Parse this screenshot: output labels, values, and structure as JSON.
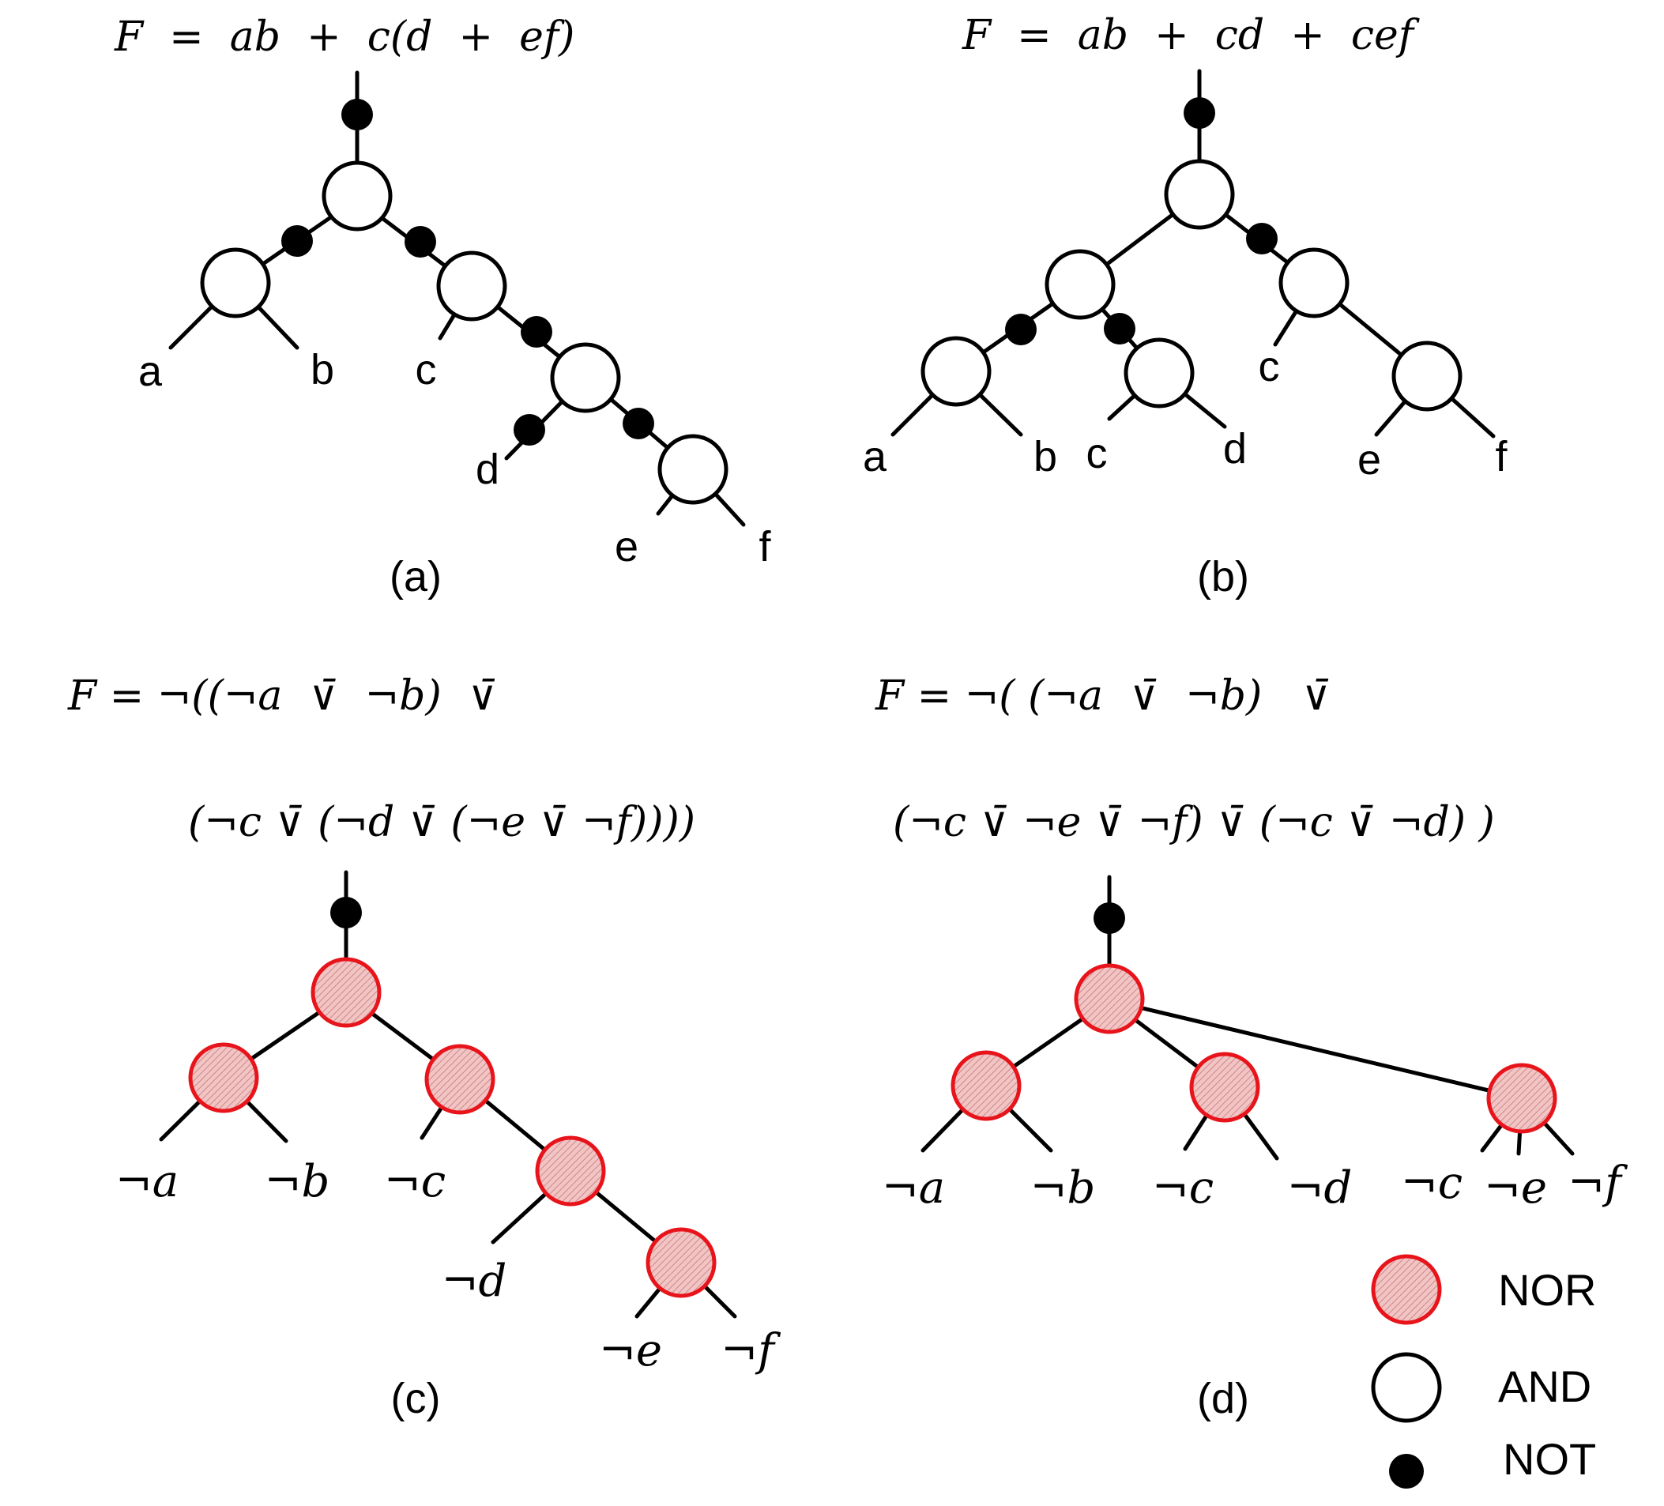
{
  "panels": {
    "a": {
      "caption": "(a)",
      "formula": "F  =  ab  +  c(d  +  ef)",
      "leaves": [
        "a",
        "b",
        "c",
        "d",
        "e",
        "f"
      ]
    },
    "b": {
      "caption": "(b)",
      "formula": "F  =  ab  +  cd  +  cef",
      "leaves": [
        "a",
        "b",
        "c",
        "d",
        "c",
        "e",
        "f"
      ]
    },
    "c": {
      "caption": "(c)",
      "formula_line1": "F = ¬((¬a  ∨̄  ¬b)  ∨̄",
      "formula_line2": "(¬c ∨̄ (¬d ∨̄ (¬e ∨̄ ¬f))))",
      "leaves": [
        "¬a",
        "¬b",
        "¬c",
        "¬d",
        "¬e",
        "¬f"
      ]
    },
    "d": {
      "caption": "(d)",
      "formula_line1": "F = ¬( (¬a  ∨̄  ¬b)   ∨̄",
      "formula_line2": "(¬c ∨̄ ¬e ∨̄ ¬f) ∨̄ (¬c ∨̄ ¬d) )",
      "leaves": [
        "¬a",
        "¬b",
        "¬c",
        "¬d",
        "¬c",
        "¬e",
        "¬f"
      ]
    }
  },
  "legend": {
    "nor": "NOR",
    "and": "AND",
    "not": "NOT"
  },
  "colors": {
    "nor_stroke": "#e8141b",
    "nor_fill": "#f0b4b4",
    "line": "#000000"
  }
}
